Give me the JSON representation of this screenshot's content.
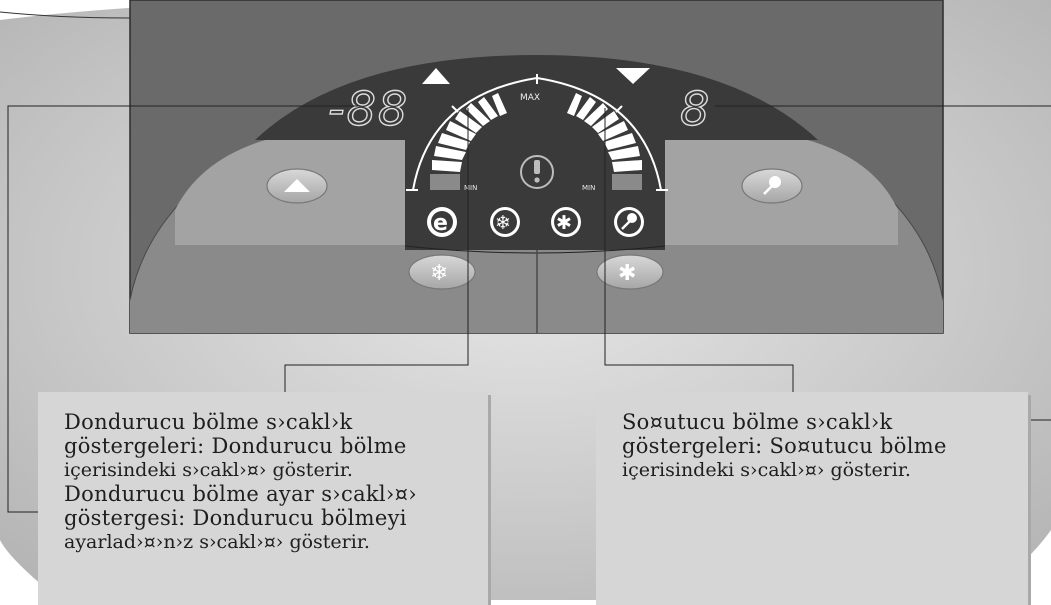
{
  "display": {
    "freezer_temp": "-88",
    "fridge_temp": "8",
    "scale_max": "MAX",
    "scale_min_left": "MIN",
    "scale_min_right": "MIN"
  },
  "callouts": {
    "freezer": {
      "line1": "Dondurucu bölme s›cakl›k",
      "line2": "göstergeleri: Dondurucu bölme",
      "line3": "içerisindeki s›cakl›¤› gösterir.",
      "line4": "Dondurucu bölme ayar s›cakl›¤›",
      "line5": "göstergesi: Dondurucu bölmeyi",
      "line6": "ayarlad›¤›n›z s›cakl›¤› gösterir."
    },
    "fridge": {
      "line1": "So¤utucu bölme s›cakl›k",
      "line2": "göstergeleri: So¤utucu bölme",
      "line3": "içerisindeki s›cakl›¤› gösterir."
    }
  },
  "icons": [
    "arrow-up-icon",
    "arrow-down-icon",
    "alarm-exclamation-icon",
    "eco-mode-icon",
    "snowflake-icon",
    "super-freeze-icon",
    "vacation-icon"
  ],
  "colors": {
    "panel": "#6a6a6a",
    "display_band": "#3a3a3a",
    "bars_white": "#ffffff",
    "bars_min": "#8a8a8a",
    "callout_bg": "#d6d6d6",
    "button_bg": "#b7b7b7"
  }
}
